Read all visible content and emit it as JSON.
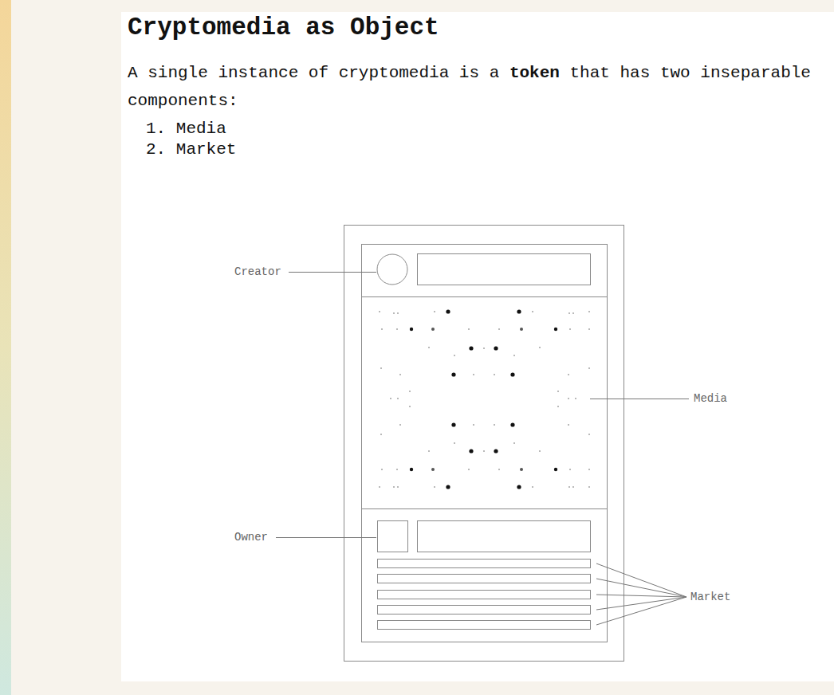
{
  "diagram": {
    "title": "Cryptomedia as Object",
    "labels": [
      "A single instance of cryptomedia is a",
      "token",
      "that has two inseparable components:",
      "1. Media",
      "2. Market",
      "Creator",
      "Media",
      "Owner",
      "Market"
    ]
  }
}
